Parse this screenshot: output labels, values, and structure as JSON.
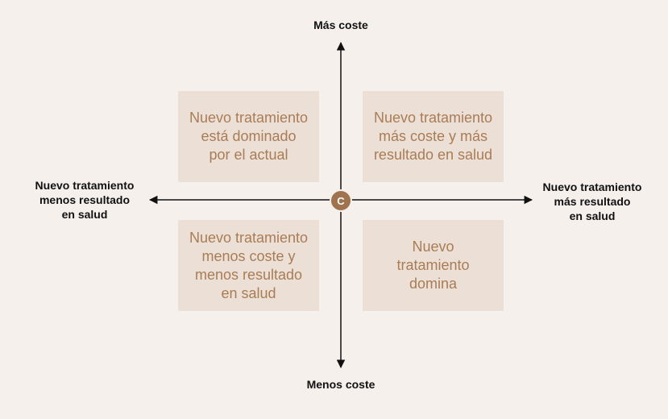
{
  "axes": {
    "top": "Más coste",
    "bottom": "Menos coste",
    "left": "Nuevo tratamiento\nmenos resultado\nen salud",
    "right": "Nuevo tratamiento\nmás resultado\nen salud"
  },
  "origin_label": "C",
  "quadrants": {
    "top_left": "Nuevo tratamiento\nestá dominado\npor el actual",
    "top_right": "Nuevo tratamiento\nmás coste y más\nresultado en salud",
    "bottom_left": "Nuevo tratamiento\nmenos coste y\nmenos resultado\nen salud",
    "bottom_right": "Nuevo\ntratamiento\ndomina"
  },
  "colors": {
    "background": "#f5f0ec",
    "quadrant_fill": "#ece0d6",
    "quadrant_text": "#a97c56",
    "origin_fill": "#a0734f",
    "axis": "#111111"
  }
}
